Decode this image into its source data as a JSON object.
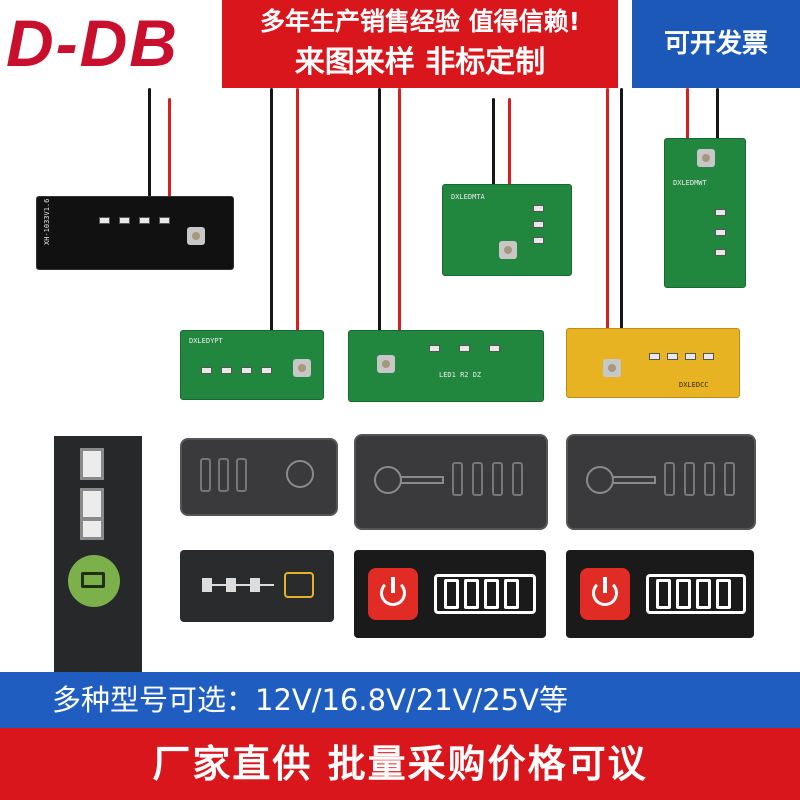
{
  "header": {
    "logo": "D-DB",
    "banner_line1": "多年生产销售经验 值得信赖!",
    "banner_line2": "来图来样 非标定制",
    "badge": "可开发票"
  },
  "products": {
    "boards": [
      {
        "silk": "XH-1033V1.6"
      },
      {
        "silk": "DXLEDYPT"
      },
      {
        "silk": "LED1 R2 DZ"
      },
      {
        "silk": "DXLEDMTA"
      },
      {
        "silk": "DXLEDMWT"
      },
      {
        "silk": "DXLEDCC"
      }
    ]
  },
  "footer": {
    "models_text": "多种型号可选：12V/16.8V/21V/25V等",
    "promo_text": "厂家直供  批量采购价格可议"
  },
  "colors": {
    "brand_red": "#d8161c",
    "brand_blue": "#1f5ec0",
    "pcb_green": "#22873e",
    "pcb_yellow": "#e7b323"
  }
}
